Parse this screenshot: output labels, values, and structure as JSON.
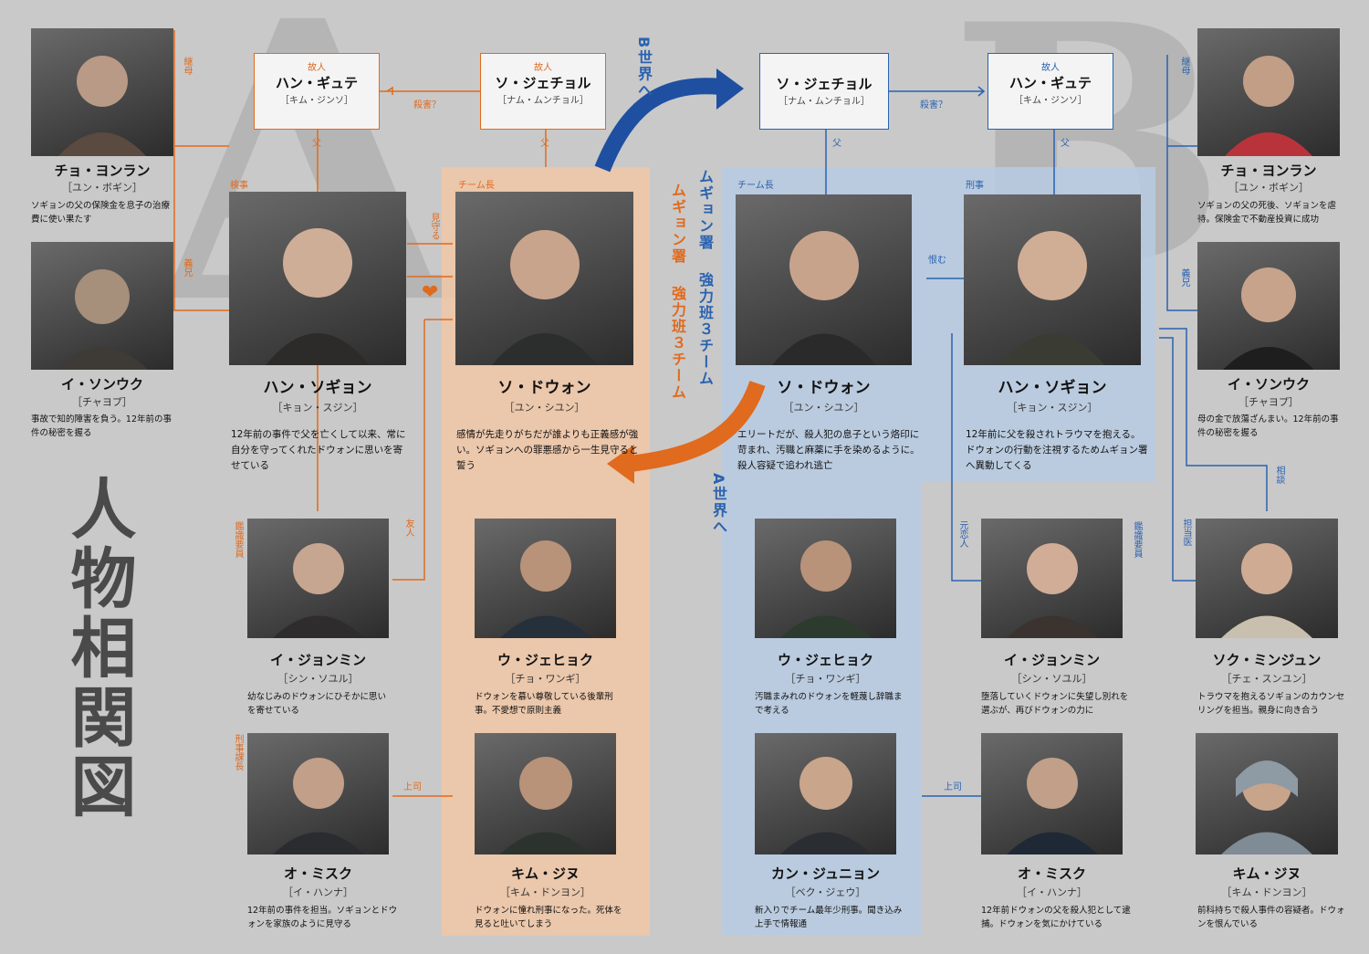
{
  "title": "人物相関図",
  "bg_letters": {
    "a": "A",
    "b": "B"
  },
  "colors": {
    "a_world": "#e06a1e",
    "b_world": "#2a62b0",
    "a_panel": "#f1c7a6",
    "b_panel": "#b7cbe3",
    "bg": "#c9c9c9"
  },
  "arrows": {
    "to_b": "B世界へ",
    "to_a": "A世界へ"
  },
  "teams": {
    "a_line1": "ムギョン署",
    "a_line2": "強力班３チーム",
    "b_line1": "ムギョン署",
    "b_line2": "強力班３チーム"
  },
  "a": {
    "father_box": {
      "tag": "故人",
      "name": "ハン・ギュテ",
      "actor": "［キム・ジンソ］"
    },
    "so_father_box": {
      "tag": "故人",
      "name": "ソ・ジェチョル",
      "actor": "［ナム・ムンチョル］"
    },
    "kill_label": "殺害？",
    "father_label": "父",
    "so_father_label": "父",
    "stepmother_label": "継母",
    "brother_label": "義兄",
    "watch_label": "見守る",
    "friend_label": "友人",
    "boss_label": "上司",
    "chara": {
      "yongran": {
        "name": "チョ・ヨンラン",
        "actor": "［ユン・ボギン］",
        "desc": "ソギョンの父の保険金を息子の治療費に使い果たす"
      },
      "sonuk": {
        "name": "イ・ソンウク",
        "actor": "［チャヨプ］",
        "desc": "事故で知的障害を負う。12年前の事件の秘密を握る"
      },
      "sogyon": {
        "role": "検事",
        "name": "ハン・ソギョン",
        "actor": "［キョン・スジン］",
        "desc": "12年前の事件で父を亡くして以来、常に自分を守ってくれたドウォンに思いを寄せている"
      },
      "dowon": {
        "role": "チーム長",
        "name": "ソ・ドウォン",
        "actor": "［ユン・シユン］",
        "desc": "感情が先走りがちだが誰よりも正義感が強い。ソギョンへの罪悪感から一生見守ると誓う"
      },
      "jongmin": {
        "role": "鑑識要員",
        "name": "イ・ジョンミン",
        "actor": "［シン・ソユル］",
        "desc": "幼なじみのドウォンにひそかに思いを寄せている"
      },
      "jehyok": {
        "name": "ウ・ジェヒョク",
        "actor": "［チョ・ワンギ］",
        "desc": "ドウォンを慕い尊敬している後輩刑事。不愛想で原則主義"
      },
      "misuk": {
        "role": "刑事課長",
        "name": "オ・ミスク",
        "actor": "［イ・ハンナ］",
        "desc": "12年前の事件を担当。ソギョンとドウォンを家族のように見守る"
      },
      "jinu": {
        "name": "キム・ジヌ",
        "actor": "［キム・ドンヨン］",
        "desc": "ドウォンに憧れ刑事になった。死体を見ると吐いてしまう"
      }
    }
  },
  "b": {
    "so_father_box": {
      "name": "ソ・ジェチョル",
      "actor": "［ナム・ムンチョル］"
    },
    "father_box": {
      "tag": "故人",
      "name": "ハン・ギュテ",
      "actor": "［キム・ジンソ］"
    },
    "kill_label": "殺害？",
    "father_label": "父",
    "so_father_label": "父",
    "stepmother_label": "継母",
    "brother_label": "義兄",
    "grudge_label": "恨む",
    "consult_label": "相談",
    "doctor_label": "担当医",
    "ex_label": "元恋人",
    "boss_label": "上司",
    "chara": {
      "dowon": {
        "role": "チーム長",
        "name": "ソ・ドウォン",
        "actor": "［ユン・シユン］",
        "desc": "エリートだが、殺人犯の息子という烙印に苛まれ、汚職と麻薬に手を染めるように。殺人容疑で追われ逃亡"
      },
      "sogyon": {
        "role": "刑事",
        "name": "ハン・ソギョン",
        "actor": "［キョン・スジン］",
        "desc": "12年前に父を殺されトラウマを抱える。ドウォンの行動を注視するためムギョン署へ異動してくる"
      },
      "yongran": {
        "name": "チョ・ヨンラン",
        "actor": "［ユン・ボギン］",
        "desc": "ソギョンの父の死後、ソギョンを虐待。保険金で不動産投資に成功"
      },
      "sonuk": {
        "name": "イ・ソンウク",
        "actor": "［チャヨプ］",
        "desc": "母の金で放蕩ざんまい。12年前の事件の秘密を握る"
      },
      "jehyok": {
        "name": "ウ・ジェヒョク",
        "actor": "［チョ・ワンギ］",
        "desc": "汚職まみれのドウォンを軽蔑し辞職まで考える"
      },
      "jongmin": {
        "role": "鑑識要員",
        "name": "イ・ジョンミン",
        "actor": "［シン・ソユル］",
        "desc": "堕落していくドウォンに失望し別れを選ぶが、再びドウォンの力に"
      },
      "minjun": {
        "name": "ソク・ミンジュン",
        "actor": "［チェ・スンユン］",
        "desc": "トラウマを抱えるソギョンのカウンセリングを担当。親身に向き合う"
      },
      "junyong": {
        "name": "カン・ジュニョン",
        "actor": "［ベク・ジェウ］",
        "desc": "新入りでチーム最年少刑事。聞き込み上手で情報通"
      },
      "misuk": {
        "name": "オ・ミスク",
        "actor": "［イ・ハンナ］",
        "desc": "12年前ドウォンの父を殺人犯として逮捕。ドウォンを気にかけている"
      },
      "jinu": {
        "name": "キム・ジヌ",
        "actor": "［キム・ドンヨン］",
        "desc": "前科持ちで殺人事件の容疑者。ドウォンを恨んでいる"
      }
    }
  }
}
